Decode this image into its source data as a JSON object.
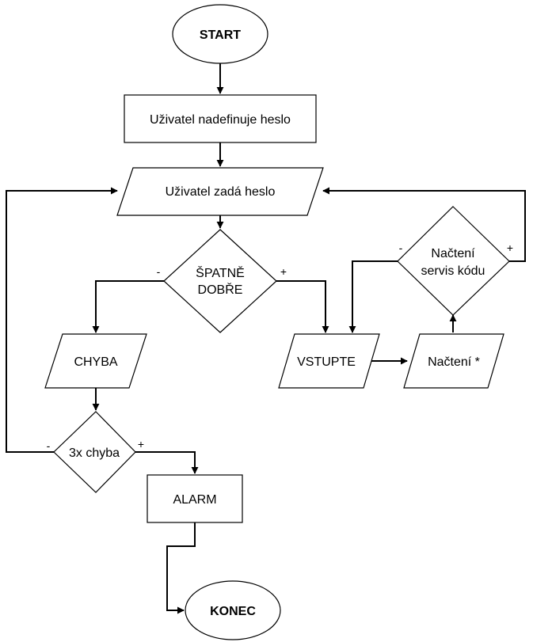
{
  "nodes": {
    "start": "START",
    "define_password": "Uživatel nadefinuje heslo",
    "enter_password": "Uživatel zadá heslo",
    "check_line1": "ŠPATNĚ",
    "check_line2": "DOBŘE",
    "error": "CHYBA",
    "error_count": "3x chyba",
    "alarm": "ALARM",
    "end": "KONEC",
    "enter": "VSTUPTE",
    "load": "Načtení *",
    "service_line1": "Načtení",
    "service_line2": "servis kódu"
  },
  "edge_labels": {
    "check_minus": "-",
    "check_plus": "+",
    "count_minus": "-",
    "count_plus": "+",
    "service_minus": "-",
    "service_plus": "+"
  }
}
